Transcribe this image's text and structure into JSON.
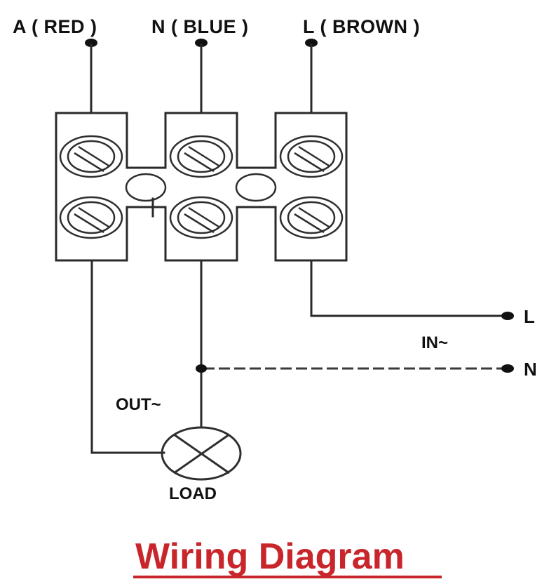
{
  "diagram": {
    "title": "Wiring Diagram",
    "title_color": "#c8262b",
    "line_color": "#2a2a2a",
    "terminal_labels": {
      "a": "A ( RED )",
      "n": "N ( BLUE )",
      "l": "L ( BROWN )"
    },
    "input_labels": {
      "live": "L",
      "neutral": "N",
      "input_caption": "IN~"
    },
    "output_caption": "OUT~",
    "load_label": "LOAD",
    "components": [
      {
        "id": "terminal-block-a",
        "type": "screw-terminal",
        "screws": 2
      },
      {
        "id": "terminal-block-n",
        "type": "screw-terminal",
        "screws": 2
      },
      {
        "id": "terminal-block-l",
        "type": "screw-terminal",
        "screws": 2
      },
      {
        "id": "load-lamp",
        "type": "lamp-symbol"
      }
    ],
    "connections": [
      {
        "from": "A (RED)",
        "to": "LOAD"
      },
      {
        "from": "N (BLUE)",
        "to": "LOAD"
      },
      {
        "from": "N (BLUE)",
        "to": "IN N",
        "style": "dashed"
      },
      {
        "from": "L (BROWN)",
        "to": "IN L"
      }
    ]
  }
}
